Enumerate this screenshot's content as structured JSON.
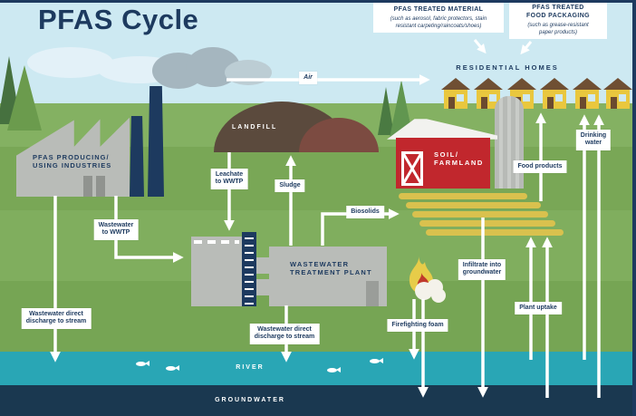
{
  "title": "PFAS Cycle",
  "colors": {
    "navy": "#1d3a5f",
    "sky": "#cde9f2",
    "grass": "#7dac5b",
    "river_teal": "#29a6b5",
    "groundwater_navy": "#1a3850",
    "landfill_brown": "#5b4a3d",
    "landfill_red_brown": "#7c4b41",
    "barn_red": "#c1272d",
    "house_yellow": "#e9c73e",
    "crop_yellow": "#d9c14e",
    "building_gray": "#b9bcb8",
    "label_bg": "#ffffff"
  },
  "callouts": {
    "treated_material": {
      "title": "PFAS TREATED MATERIAL",
      "subtitle": "(such as aerosol, fabric protectors, stain\nresistant carpeting/raincoats/shoes)"
    },
    "food_packaging": {
      "title": "PFAS TREATED\nFOOD PACKAGING",
      "subtitle": "(such as grease-resistant\npaper products)"
    }
  },
  "scene": {
    "residential_homes": "RESIDENTIAL HOMES",
    "landfill": "LANDFILL",
    "industries": "PFAS PRODUCING/\nUSING INDUSTRIES",
    "soil_farmland": "SOIL/\nFARMLAND",
    "wwtp": "WASTEWATER\nTREATMENT PLANT",
    "river": "RIVER",
    "groundwater": "GROUNDWATER"
  },
  "flows": {
    "air": "Air",
    "wastewater_to_wwtp": "Wastewater\nto WWTP",
    "leachate_to_wwtp": "Leachate\nto WWTP",
    "sludge": "Sludge",
    "biosolids": "Biosolids",
    "wastewater_direct_left": "Wastewater direct\ndischarge to stream",
    "wastewater_direct_right": "Wastewater direct\ndischarge to stream",
    "firefighting_foam": "Firefighting foam",
    "infiltrate_groundwater": "Infiltrate into\ngroundwater",
    "plant_uptake": "Plant uptake",
    "food_products": "Food products",
    "drinking_water": "Drinking\nwater"
  }
}
